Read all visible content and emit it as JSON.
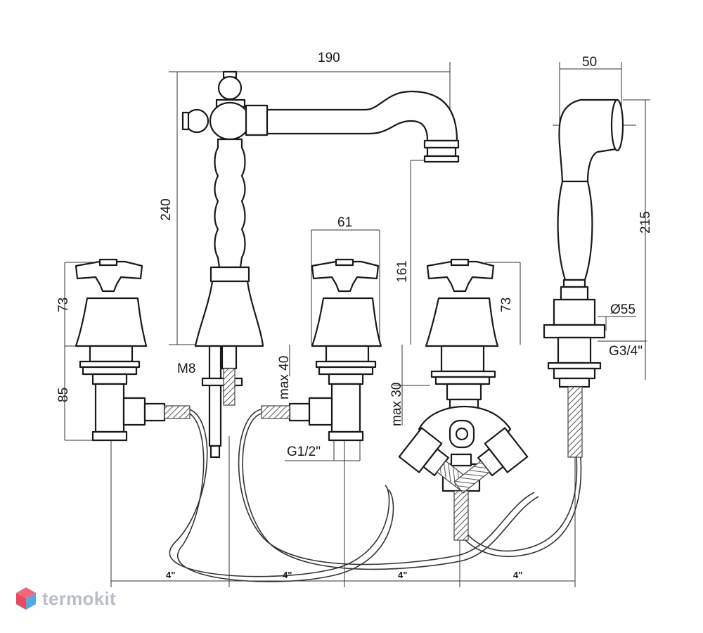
{
  "dimensions": {
    "spout_reach": "190",
    "spout_height": "240",
    "handle_width": "61",
    "outlet_height": "161",
    "handle_height_left": "73",
    "handle_height_right": "73",
    "valve_height": "85",
    "stud_thread": "M8",
    "max_deck_left": "max 40",
    "max_deck_right": "max 30",
    "inlet_thread": "G1/2\"",
    "shower_width": "50",
    "shower_length": "215",
    "shower_base_diameter": "Ø55",
    "shower_thread": "G3/4\"",
    "spacing": [
      "4\"",
      "4\"",
      "4\"",
      "4\""
    ]
  },
  "watermark": {
    "text": "termokit",
    "color": "#b9bec6",
    "logo_colors": [
      "#e84a5f",
      "#5aa7e0"
    ]
  }
}
